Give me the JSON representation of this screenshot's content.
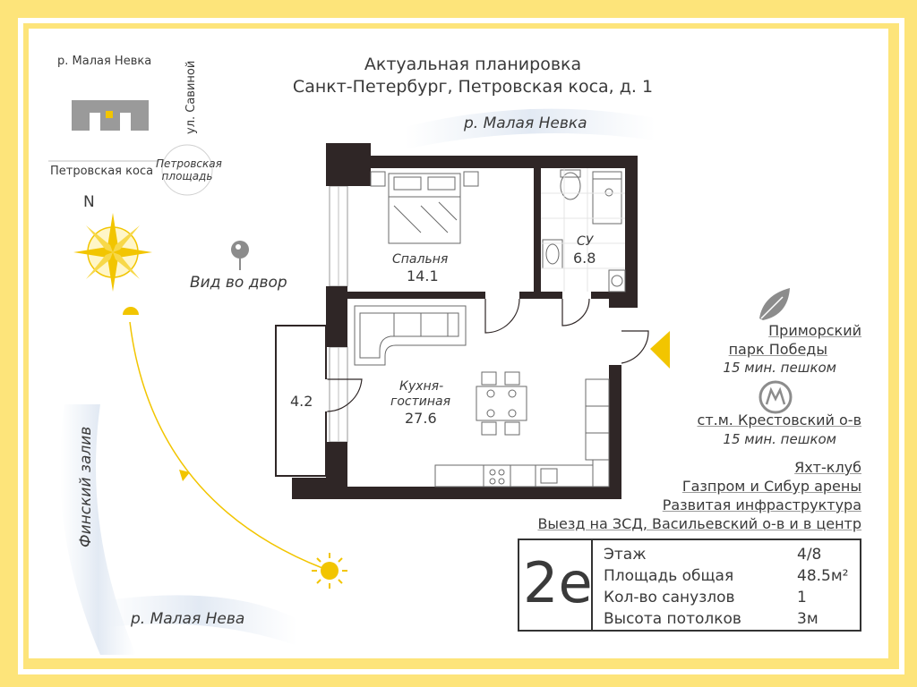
{
  "title": {
    "line1": "Актуальная планировка",
    "line2": "Санкт-Петербург, Петровская коса, д. 1"
  },
  "map": {
    "river_top": "р. Малая Невка",
    "street": "ул. Савиной",
    "spit": "Петровская коса",
    "square": "Петровская площадь",
    "north": "N",
    "gulf": "Финский залив",
    "river_bottom": "р. Малая Нева"
  },
  "plan": {
    "river_label": "р. Малая Невка",
    "view": "Вид во двор",
    "rooms": {
      "bedroom": {
        "name": "Спальня",
        "area": "14.1"
      },
      "bathroom": {
        "name": "СУ",
        "area": "6.8"
      },
      "kitchen": {
        "name_line1": "Кухня-",
        "name_line2": "гостиная",
        "area": "27.6"
      },
      "balcony": {
        "area": "4.2"
      }
    }
  },
  "poi": {
    "park_line1": "Приморский",
    "park_line2": "парк Победы",
    "park_time": "15 мин. пешком",
    "metro": "ст.м. Крестовский о-в",
    "metro_time": "15 мин. пешком",
    "yacht": "Яхт-клуб",
    "arena": "Газпром и Сибур арены",
    "infra": "Развитая инфраструктура",
    "exit": "Выезд на ЗСД, Васильевский о-в и в центр"
  },
  "info": {
    "type": "2е",
    "rows": [
      {
        "label": "Этаж",
        "value": "4/8"
      },
      {
        "label": "Площадь общая",
        "value": "48.5м²"
      },
      {
        "label": "Кол-во санузлов",
        "value": "1"
      },
      {
        "label": "Высота потолков",
        "value": "3м"
      }
    ]
  },
  "icons": [
    "sun-icon",
    "compass-rose-icon",
    "location-pin-icon",
    "leaf-icon",
    "metro-icon",
    "entrance-arrow-icon"
  ],
  "colors": {
    "frame": "#fde47a",
    "wall": "#2f2626",
    "accent": "#f2c500",
    "text": "#3a3a3a"
  }
}
